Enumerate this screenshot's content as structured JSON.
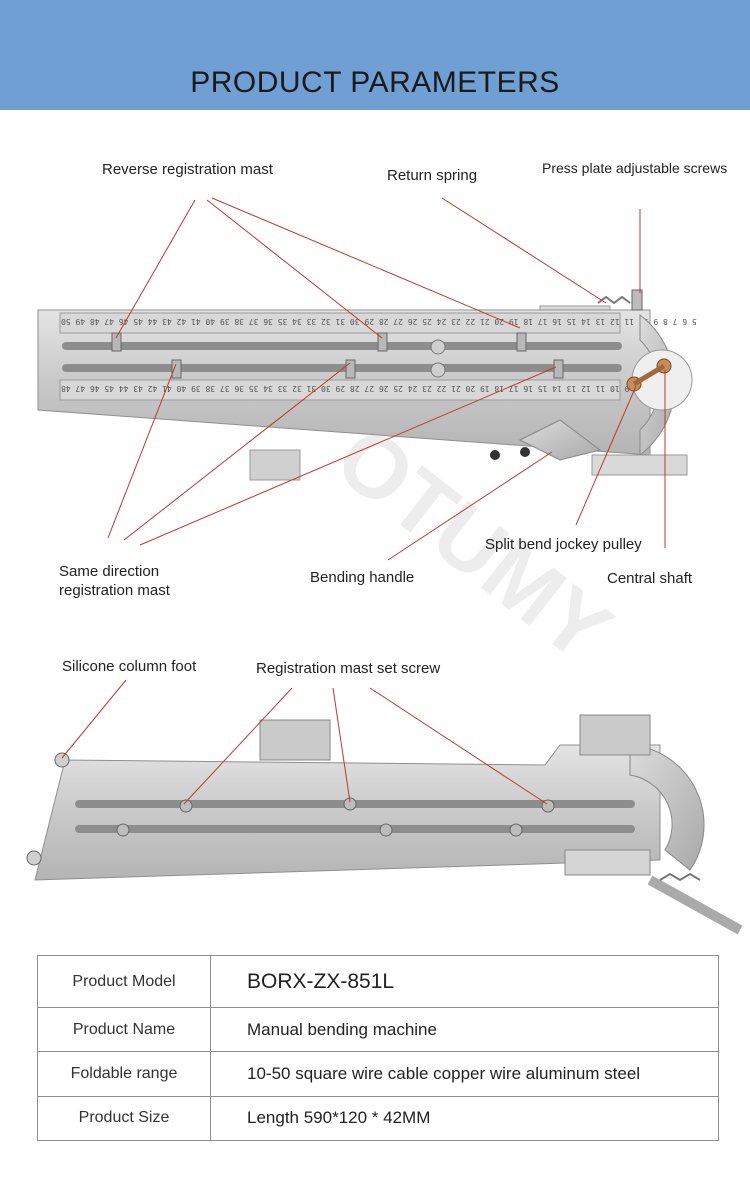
{
  "header": {
    "title": "PRODUCT PARAMETERS",
    "band_color": "#6f9fd3"
  },
  "watermark": "OTUMY",
  "callouts": {
    "reverse_mast": "Reverse registration mast",
    "return_spring": "Return spring",
    "press_plate_screws": "Press plate adjustable screws",
    "same_direction_mast": "Same direction registration mast",
    "bending_handle": "Bending handle",
    "split_bend_pulley": "Split bend jockey pulley",
    "central_shaft": "Central shaft",
    "silicone_foot": "Silicone column foot",
    "mast_set_screw": "Registration mast set screw"
  },
  "ruler": {
    "top_scale": "5 6 7 8 9 10 11 12 13 14 15 16 17 18 19 20 21 22 23 24 25 26 27 28 29 30 31 32 33 34 35 36 37 38 39 40 41 42 43 44 45 46 47 48 49 50",
    "bottom_scale": "5 6 7 8 9 10 11 12 13 14 15 16 17 18 19 20 21 22 23 24 25 26 27 28 29 30 31 32 33 34 35 36 37 38 39 40 41 42 43 44 45 46 47 48"
  },
  "specs": [
    {
      "label": "Product Model",
      "value": "BORX-ZX-851L"
    },
    {
      "label": "Product Name",
      "value": "Manual bending machine"
    },
    {
      "label": "Foldable range",
      "value": "10-50 square wire cable copper wire aluminum steel"
    },
    {
      "label": "Product Size",
      "value": "Length 590*120 * 42MM"
    }
  ],
  "colors": {
    "leader_line": "#c0392b",
    "metal": "#cfcfcf",
    "accent": "#6f9fd3"
  }
}
